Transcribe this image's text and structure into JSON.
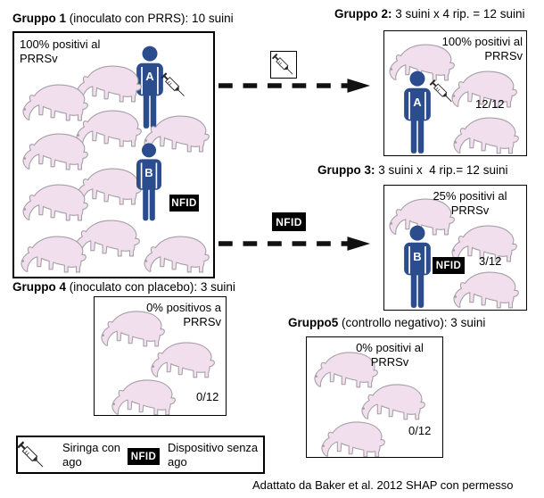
{
  "colors": {
    "pig_fill": "#f2dfee",
    "pig_stroke": "#a59fa7",
    "person_blue": "#2b4c8d",
    "badge_bg": "#000000",
    "badge_text": "#ffffff"
  },
  "group1": {
    "title_bold": "Gruppo 1",
    "title_rest": " (inoculato con PRRS): 10 suini",
    "label": "100% positivi al PRRSv",
    "person_a": "A",
    "person_b": "B",
    "nfid": "NFID"
  },
  "group2": {
    "title_bold": "Gruppo 2:",
    "title_rest": " 3 suini x 4 rip. = 12 suini",
    "label": "100% positivi al PRRSv",
    "person": "A",
    "ratio": "12/12"
  },
  "group3": {
    "title_bold": "Gruppo 3:",
    "title_rest": " 3 suini x  4 rip.= 12 suini",
    "label": "25% positivi al PRRSv",
    "person": "B",
    "nfid": "NFID",
    "ratio": "3/12"
  },
  "group4": {
    "title_bold": "Gruppo 4",
    "title_rest": " (inoculato con placebo): 3 suini",
    "label": "0% positivos a PRRSv",
    "ratio": "0/12"
  },
  "group5": {
    "title_bold": "Gruppo5",
    "title_rest": " (controllo negativo): 3 suini",
    "label": "0% positivi al PRRSv",
    "ratio": "0/12"
  },
  "arrow2_badge": "NFID",
  "legend": {
    "syringe_label": "Siringa con ago",
    "nfid_badge": "NFID",
    "nfid_label": "Dispositivo senza ago"
  },
  "attribution": "Adattato da Baker et al. 2012 SHAP con permesso"
}
